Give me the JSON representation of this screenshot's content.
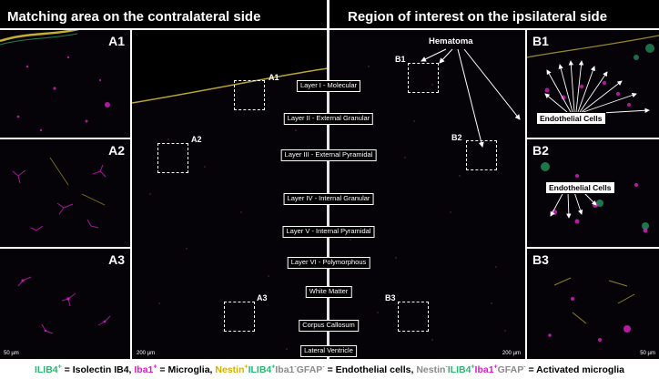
{
  "headers": {
    "left": "Matching area on the contralateral side",
    "right": "Region of interest on the ipsilateral side"
  },
  "panels": {
    "A1": "A1",
    "A2": "A2",
    "A3": "A3",
    "B1": "B1",
    "B2": "B2",
    "B3": "B3"
  },
  "roi_boxes": {
    "A1": "A1",
    "A2": "A2",
    "A3": "A3",
    "B1": "B1",
    "B2": "B2",
    "B3": "B3"
  },
  "layers": [
    "Layer I - Molecular",
    "Layer II - External Granular",
    "Layer III - External Pyramidal",
    "Layer IV - Internal Granular",
    "Layer V - Internal Pyramidal",
    "Layer VI - Polymorphous",
    "White Matter",
    "Corpus Callosum",
    "Lateral Ventricle"
  ],
  "annotations": {
    "hematoma": "Hematoma",
    "endothelial_b1": "Endothelial Cells",
    "endothelial_b2": "Endothelial Cells"
  },
  "scale_bars": {
    "inset_left": "50 µm",
    "main_left": "200 µm",
    "main_right": "200 µm",
    "inset_right": "50 µm"
  },
  "caption": {
    "ilib4": "ILIB4",
    "ilib4_plus": "+",
    "ilib4_def": " = Isolectin IB4, ",
    "iba1": "Iba1",
    "iba1_plus": "+",
    "iba1_def": " = Microglia, ",
    "nestin": "Nestin",
    "nestin_plus": "+",
    "endo_ilib4": "ILIB4",
    "endo_ilib4_plus": "+",
    "endo_iba1": "Iba1",
    "endo_iba1_minus": "-",
    "endo_gfap": "GFAP",
    "endo_gfap_minus": "-",
    "endo_def": " = Endothelial cells, ",
    "act_nestin": "Nestin",
    "act_nestin_minus": "-",
    "act_ilib4": "ILIB4",
    "act_ilib4_plus": "+",
    "act_iba1": "Iba1",
    "act_iba1_plus": "+",
    "act_gfap": "GFAP",
    "act_gfap_minus": "-",
    "act_def": " = Activated microglia"
  },
  "colors": {
    "isolectin": "#2bb673",
    "iba1": "#d61fc4",
    "nestin": "#d4b000",
    "background": "#000000"
  }
}
